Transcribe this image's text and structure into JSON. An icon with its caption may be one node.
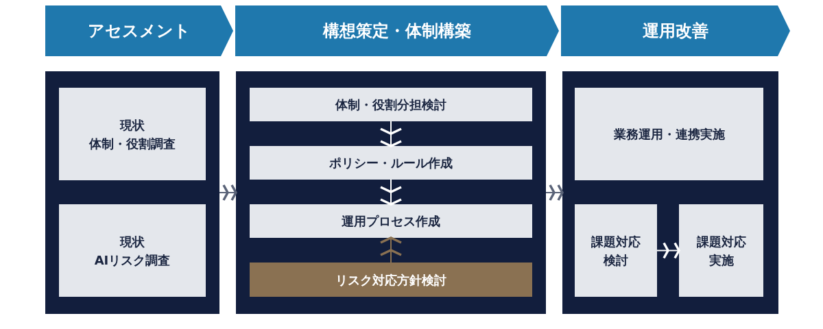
{
  "diagram": {
    "nodes": [
      {
        "text": [
          "アセスメント"
        ]
      },
      {
        "text": [
          "構想策定・体制構築"
        ]
      },
      {
        "text": [
          "運用改善"
        ]
      },
      {
        "text": [],
        "shape": "box"
      },
      {
        "text": [
          "現状",
          "体制・役割調査"
        ],
        "in": 3
      },
      {
        "text": [
          "現状",
          "AIリスク調査"
        ],
        "in": 3
      },
      {
        "text": [],
        "shape": "box"
      },
      {
        "text": [
          "体制・役割分担検討"
        ],
        "in": 6
      },
      {
        "text": [
          "ポリシー・ルール作成"
        ],
        "in": 6
      },
      {
        "text": [
          "運用プロセス作成"
        ],
        "in": 6
      },
      {
        "text": [
          "リスク対応方針検討"
        ],
        "in": 6
      },
      {
        "text": [],
        "shape": "box"
      },
      {
        "text": [
          "業務運用・連携実施"
        ],
        "in": 11
      },
      {
        "text": [
          "課題対応検討"
        ],
        "in": 11
      },
      {
        "text": [
          "課題対応実施"
        ],
        "in": 11
      }
    ],
    "edges": [
      {
        "from": 3,
        "to": 6,
        "arrow": "to",
        "color": "#5a6378"
      },
      {
        "from": 6,
        "to": 11,
        "arrow": "to",
        "color": "#5a6378"
      },
      {
        "from": 7,
        "to": 8,
        "arrow": "to",
        "color": "#ffffff"
      },
      {
        "from": 8,
        "to": 9,
        "arrow": "to",
        "color": "#ffffff"
      },
      {
        "from": 10,
        "to": 9,
        "arrow": "to",
        "color": "#8a7152"
      },
      {
        "from": 13,
        "to": 14,
        "arrow": "to",
        "color": "#ffffff"
      }
    ]
  }
}
